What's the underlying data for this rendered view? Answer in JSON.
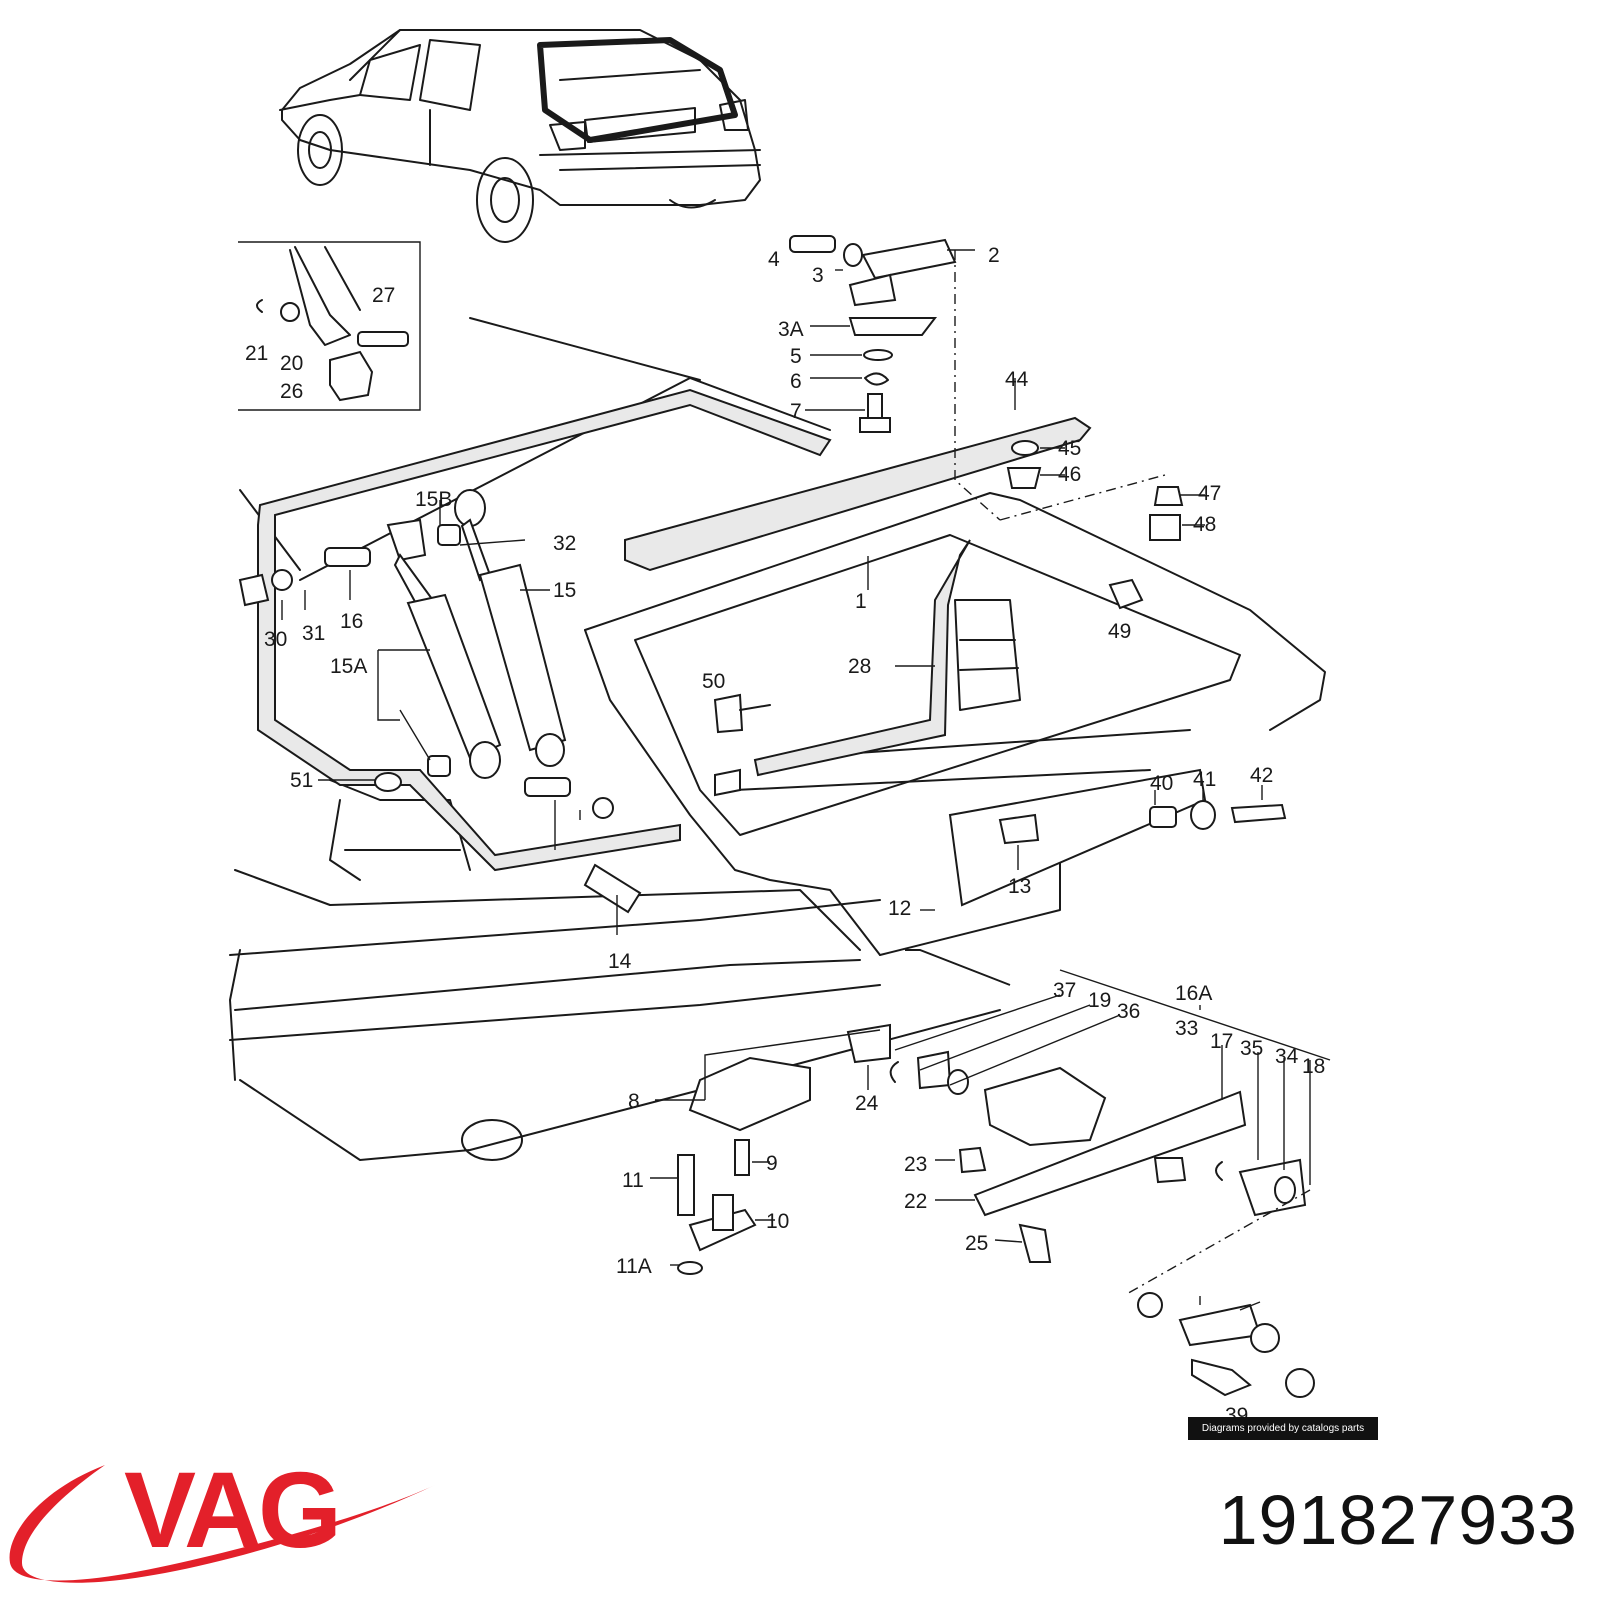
{
  "diagram": {
    "callouts": [
      "1",
      "2",
      "3",
      "3A",
      "4",
      "5",
      "6",
      "7",
      "8",
      "9",
      "10",
      "11",
      "11A",
      "12",
      "13",
      "14",
      "15",
      "15A",
      "15B",
      "16",
      "16A",
      "17",
      "18",
      "19",
      "20",
      "21",
      "22",
      "23",
      "24",
      "25",
      "26",
      "27",
      "28",
      "30",
      "31",
      "32",
      "33",
      "34",
      "35",
      "36",
      "37",
      "39",
      "40",
      "41",
      "42",
      "44",
      "45",
      "46",
      "47",
      "48",
      "49",
      "50",
      "51"
    ],
    "credit": "Diagrams provided by catalogs parts"
  },
  "brand": {
    "logo_text": "VAG",
    "logo_color": "#e3202a"
  },
  "part_number": "191827933"
}
